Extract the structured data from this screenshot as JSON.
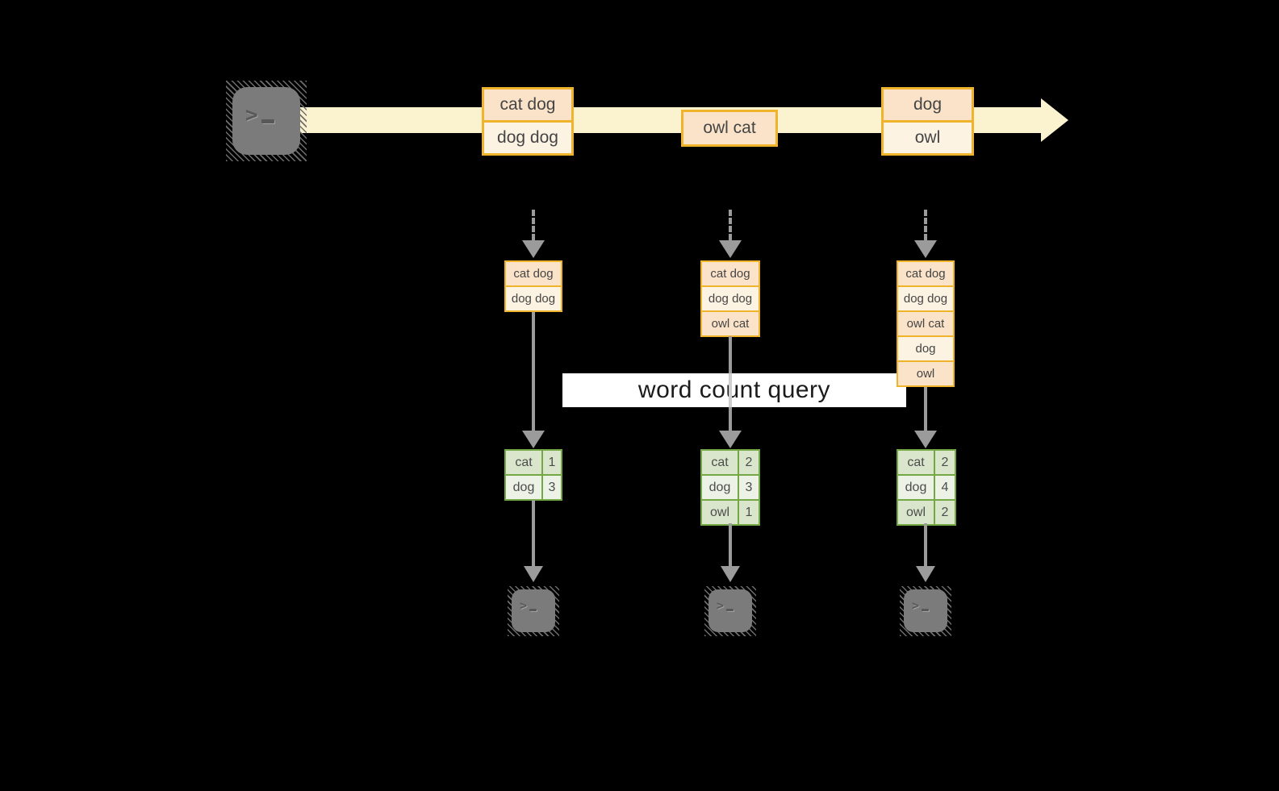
{
  "diagram": {
    "query_label": "word count query",
    "terminal_prompt": ">",
    "stream": {
      "events": [
        {
          "rows": [
            "cat dog",
            "dog dog"
          ]
        },
        {
          "rows": [
            "owl cat"
          ]
        },
        {
          "rows": [
            "dog",
            "owl"
          ]
        }
      ]
    },
    "accumulated_inputs": [
      {
        "rows": [
          "cat dog",
          "dog dog"
        ]
      },
      {
        "rows": [
          "cat dog",
          "dog dog",
          "owl cat"
        ]
      },
      {
        "rows": [
          "cat dog",
          "dog dog",
          "owl cat",
          "dog",
          "owl"
        ]
      }
    ],
    "result_tables": [
      {
        "rows": [
          {
            "word": "cat",
            "count": "1"
          },
          {
            "word": "dog",
            "count": "3"
          }
        ]
      },
      {
        "rows": [
          {
            "word": "cat",
            "count": "2"
          },
          {
            "word": "dog",
            "count": "3"
          },
          {
            "word": "owl",
            "count": "1"
          }
        ]
      },
      {
        "rows": [
          {
            "word": "cat",
            "count": "2"
          },
          {
            "word": "dog",
            "count": "4"
          },
          {
            "word": "owl",
            "count": "2"
          }
        ]
      }
    ]
  },
  "colors": {
    "gold": "#F0B42C",
    "peach": "#FAE3C8",
    "cream": "#FDF3E3",
    "band": "#FBF2D0",
    "green": "#74A845",
    "gdark": "#DAE6CC",
    "glight": "#EDF2E7",
    "gray": "#9B9B9B",
    "graylight": "#CFCFCF",
    "term": "#7B7B7B",
    "textdark": "#454545",
    "querybg": "#FFFFFF",
    "querytext": "#1B1B1B"
  }
}
